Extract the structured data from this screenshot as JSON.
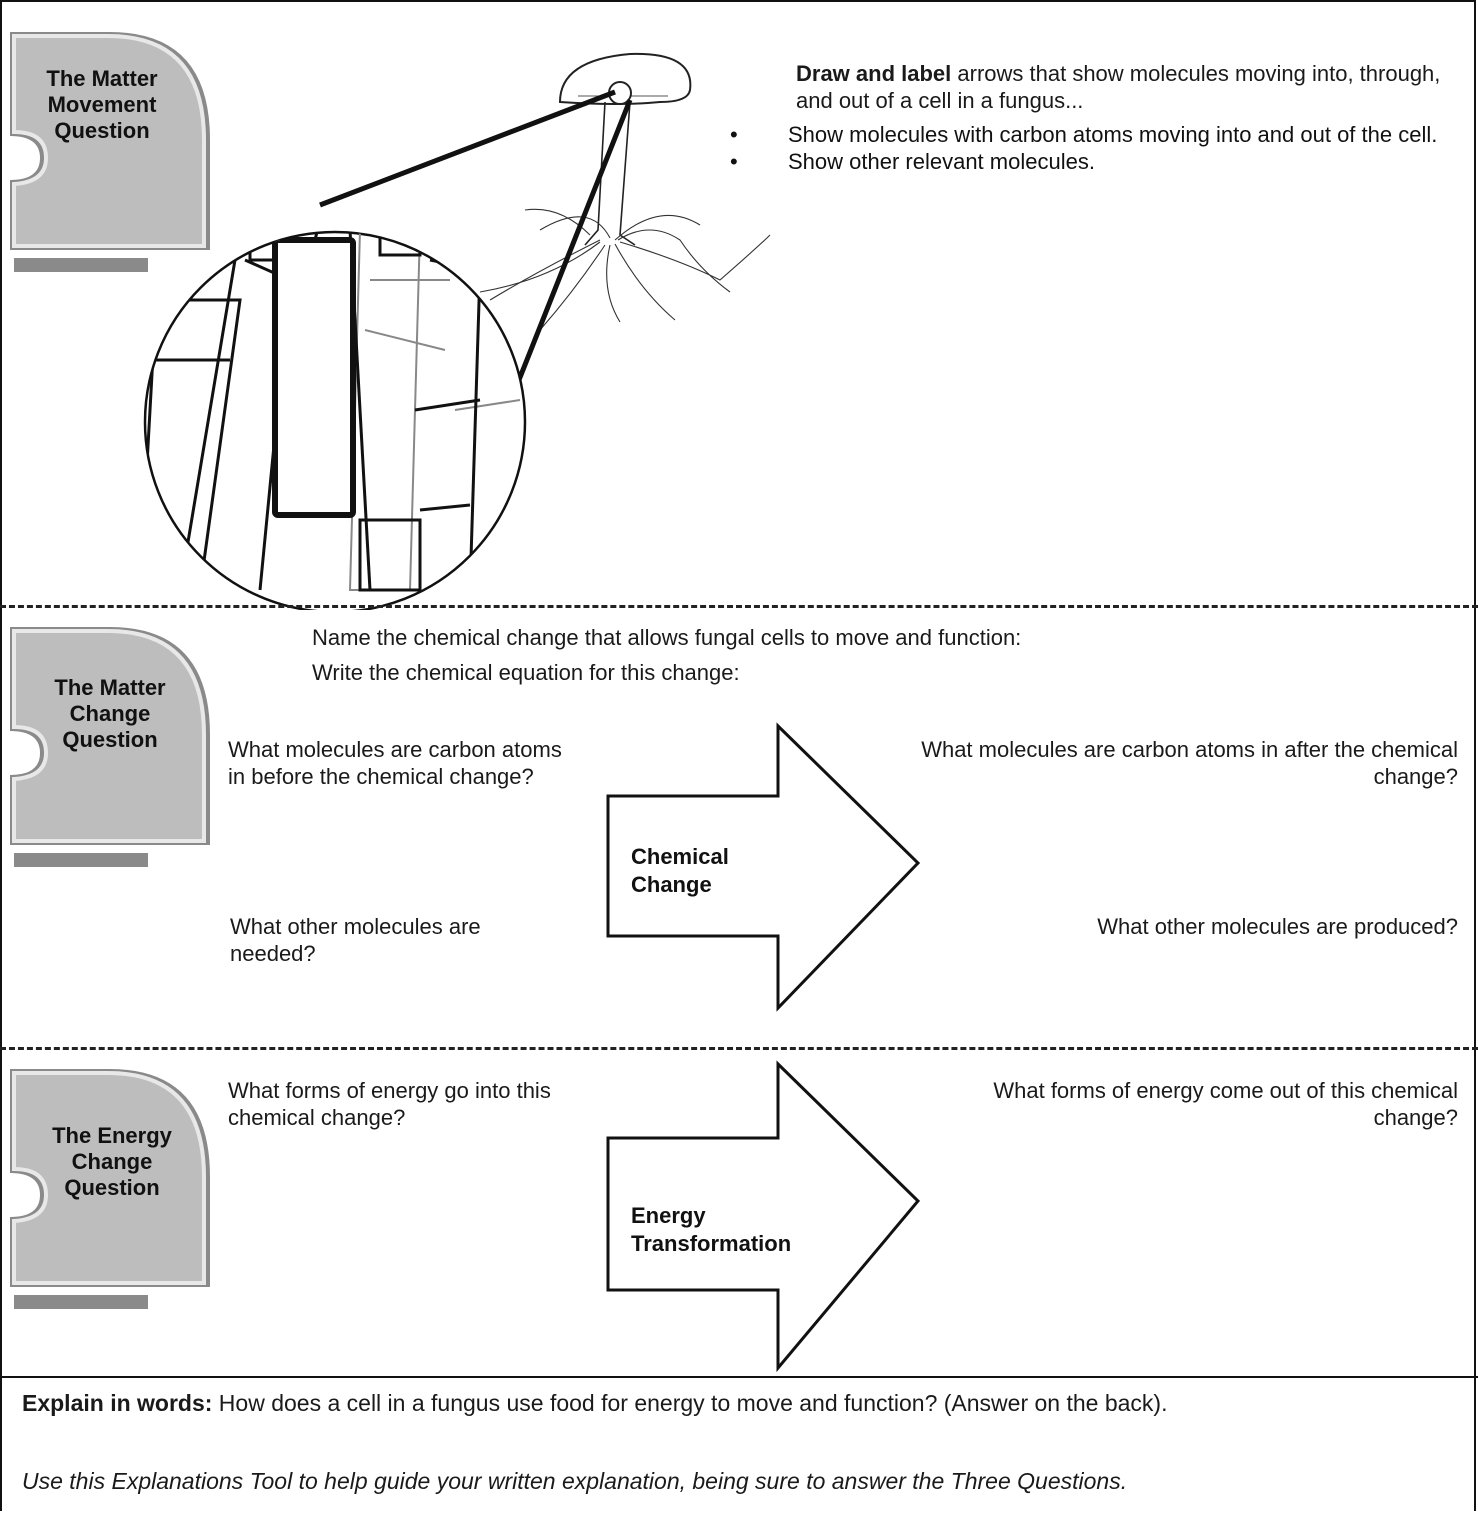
{
  "matter_movement": {
    "badge_title": "The Matter Movement Question",
    "instruction_bold": "Draw and label",
    "instruction_rest": " arrows that show molecules moving into, through, and out of a cell in a fungus...",
    "bullets": [
      "Show molecules with carbon atoms moving into and out of the cell.",
      "Show other relevant molecules."
    ]
  },
  "matter_change": {
    "badge_title": "The Matter Change Question",
    "name_prompt": "Name the chemical change that allows fungal cells to move and function:",
    "equation_prompt": "Write the chemical equation for this change:",
    "before_prompt": "What molecules are carbon atoms in before the chemical change?",
    "needed_prompt": "What other molecules are needed?",
    "after_prompt": "What molecules are carbon atoms in after the chemical change?",
    "produced_prompt": "What other molecules are produced?",
    "arrow_label_1": "Chemical",
    "arrow_label_2": "Change"
  },
  "energy_change": {
    "badge_title": "The Energy Change Question",
    "in_prompt": "What forms of energy go into this chemical change?",
    "out_prompt": "What forms of energy come out of this chemical change?",
    "arrow_label_1": "Energy",
    "arrow_label_2": "Transformation"
  },
  "footer": {
    "explain_bold": "Explain in words:",
    "explain_rest": " How does a cell in a fungus use food for energy to move and function? (Answer on the back).",
    "guide": "Use this Explanations Tool to help guide your written explanation, being sure to answer the Three Questions."
  }
}
